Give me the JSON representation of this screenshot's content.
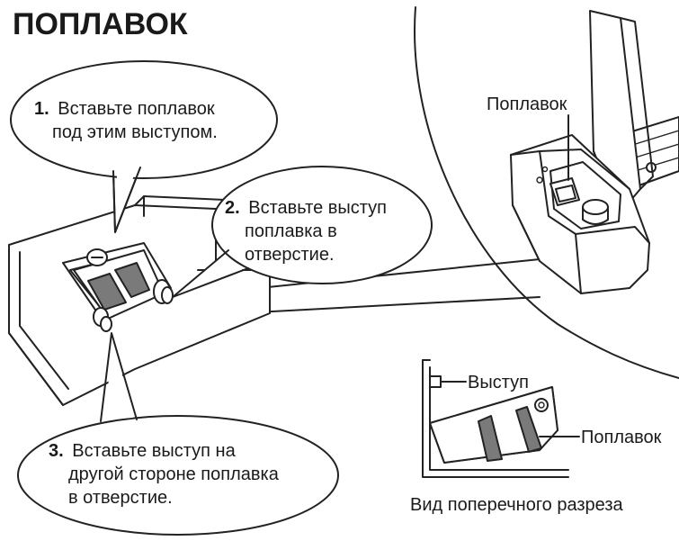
{
  "title": "ПОПЛАВОК",
  "callouts": {
    "step1": {
      "number": "1.",
      "line1": "Вставьте поплавок",
      "line2": "под этим выступом."
    },
    "step2": {
      "number": "2.",
      "line1": "Вставьте выступ",
      "line2": "поплавка в",
      "line3": "отверстие."
    },
    "step3": {
      "number": "3.",
      "line1": "Вставьте выступ на",
      "line2": "другой стороне поплавка",
      "line3": "в отверстие."
    }
  },
  "labels": {
    "float_top": "Поплавок",
    "protrusion": "Выступ",
    "float_section": "Поплавок",
    "section_caption": "Вид поперечного разреза"
  }
}
